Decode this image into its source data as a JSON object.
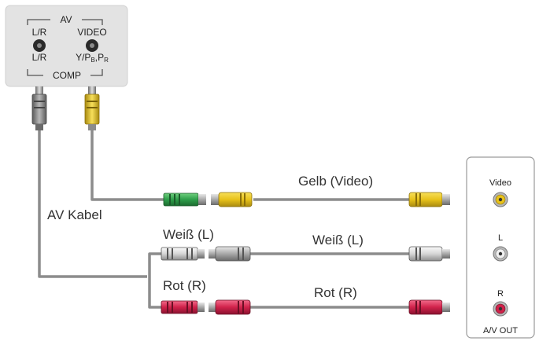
{
  "diagram": {
    "av_panel": {
      "top_label": "AV",
      "left_jack_upper_label": "L/R",
      "left_jack_lower_label": "L/R",
      "right_jack_upper_label": "VIDEO",
      "right_jack_lower_label": "Y/PB,PR",
      "bottom_label": "COMP"
    },
    "cable_labels": {
      "av_cable": "AV Kabel",
      "yellow_video": "Gelb (Video)",
      "white_left_short": "Weiß (L)",
      "white_left_long": "Weiß (L)",
      "red_right_short": "Rot (R)",
      "red_right_long": "Rot (R)"
    },
    "output_panel": {
      "video_label": "Video",
      "left_label": "L",
      "right_label": "R",
      "bottom_label": "A/V OUT"
    },
    "colors": {
      "panel_bg": "#e3e3e3",
      "cable": "#8c8c8c",
      "yellow": "#e8c21a",
      "green": "#2e9e4a",
      "white_plug": "#d8d8d8",
      "red": "#d0224a"
    }
  }
}
